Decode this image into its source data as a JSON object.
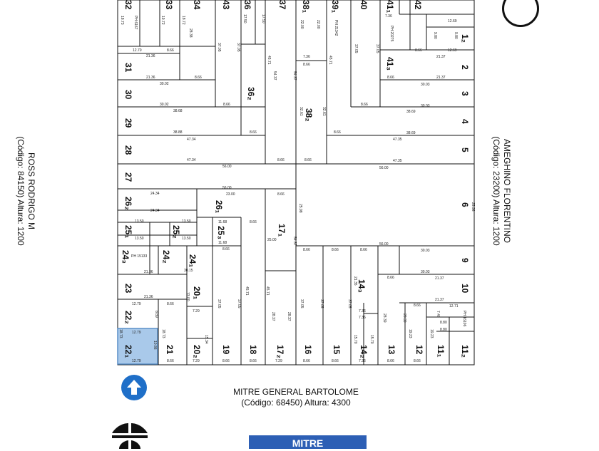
{
  "streets": {
    "left_name": "ROSS RODRIGO M",
    "left_detail": "(Código: 84150) Altura: 1200",
    "right_name": "AMEGHINO FLORENTINO",
    "right_detail": "(Código: 23200) Altura: 1200",
    "bottom_name": "MITRE GENERAL BARTOLOME",
    "bottom_detail": "(Código: 68450) Altura: 4300"
  },
  "bottom_button_label": "MITRE",
  "colors": {
    "selected_fill": "#a9c9ea",
    "selected_stroke": "#5a8fc8",
    "accent": "#1f6fc8",
    "line": "#111111"
  },
  "icons": {
    "north": "arrow-up-icon",
    "brand": "logo-icon"
  },
  "selected_plot": "22₁",
  "plots": {
    "p32": "32",
    "p33": "33",
    "p34": "34",
    "p43": "43",
    "p36": "36",
    "p37": "37",
    "p38": "38₁",
    "p39": "39₁",
    "p40": "40",
    "p41a": "41₁",
    "p42": "42",
    "p1": "1₂",
    "p31": "31",
    "p2": "2",
    "p30": "30",
    "p36b": "36₂",
    "p41": "41₃",
    "p3": "3",
    "p38b": "38₂",
    "p29": "29",
    "p4": "4",
    "p28": "28",
    "p5": "5",
    "p27": "27",
    "p26b": "26₂",
    "p26": "26₁",
    "p6": "6",
    "p25a": "25₁",
    "p25b": "25₂",
    "p25c": "25₃",
    "p17": "17₁",
    "p24a": "24₃",
    "p24b": "24₂",
    "p24c": "24₁",
    "p9": "9",
    "p23": "23",
    "p20": "20₁",
    "p14a": "14₃",
    "p10": "10",
    "p22": "22₂",
    "p21": "21",
    "p22s": "22₁",
    "p20b": "20₂",
    "p19": "19",
    "p18": "18",
    "p17b": "17₂",
    "p16": "16",
    "p15": "15",
    "p14b": "14₂",
    "p13": "13",
    "p12": "12",
    "p11a": "11₁",
    "p11b": "11₂"
  },
  "dims": {
    "d1": "18.73",
    "d2": "PH 6167",
    "d3": "19.72",
    "d4": "18.72",
    "d5": "28.38",
    "d6": "12.70",
    "d7": "21.36",
    "d8": "8.66",
    "d9": "37.05",
    "d10": "17.50",
    "d11": "22.00",
    "d12": "PH 21342",
    "d13": "PH 20275",
    "d14": "7.36",
    "d15": "12.69",
    "d16": "9.80",
    "d17": "21.36",
    "d18": "8.66",
    "d19": "54.37",
    "d20": "45.71",
    "d21": "21.37",
    "d22": "30.02",
    "d23": "8.66",
    "d24": "32.61",
    "d25": "30.03",
    "d26": "38.68",
    "d27": "38.69",
    "d28": "38.88",
    "d29": "47.34",
    "d30": "47.35",
    "d31": "56.00",
    "d32": "56.00",
    "d33": "24.34",
    "d34": "23.00",
    "d35": "25.98",
    "d36": "13.50",
    "d37": "11.68",
    "d38": "25.00",
    "d39": "8.66",
    "d40": "30.15",
    "d41": "30.03",
    "d42": "PH 15133",
    "d43": "21.36",
    "d44": "21.37",
    "d45": "12.79",
    "d46": "8.89",
    "d47": "12.71",
    "d48": "PH 16106",
    "d49": "37.05",
    "d50": "45.71",
    "d51": "28.37",
    "d52": "15.70",
    "d53": "18.73",
    "d54": "10.86",
    "d55": "12.79",
    "d56": "7.29",
    "d57": "13.00",
    "d58": "15.34",
    "d59": "8.80",
    "d60": "7.36",
    "d61": "21.35",
    "d62": "28.39",
    "d63": "19.23",
    "d64": "7.48"
  }
}
